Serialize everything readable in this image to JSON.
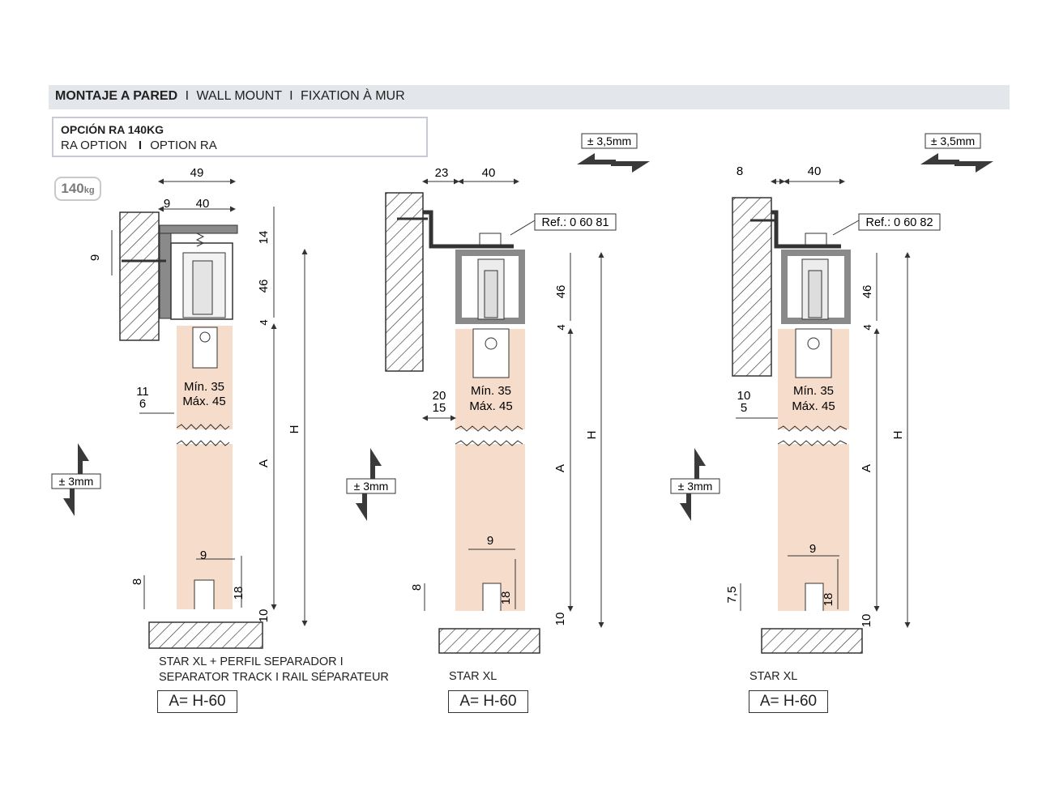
{
  "header": {
    "title_bold": "MONTAJE A PARED",
    "sep": "I",
    "title_en": "WALL MOUNT",
    "title_fr": "FIXATION À MUR"
  },
  "option": {
    "line1": "OPCIÓN RA 140KG",
    "line2a": "RA OPTION",
    "line2sep": "I",
    "line2b": "OPTION RA"
  },
  "badge": {
    "value": "140",
    "unit": "kg"
  },
  "colors": {
    "door": "#f6dccb",
    "profile": "#8a8a8a",
    "line": "#333333",
    "header_bg": "#e3e6ea"
  },
  "icons": {
    "horizontal": "double-arrow-horizontal-icon",
    "vertical": "double-arrow-vertical-icon"
  },
  "common": {
    "min": "Mín. 35",
    "max": "Máx. 45",
    "adjust_v": "± 3mm",
    "adjust_h": "± 3,5mm",
    "dim_46": "46",
    "dim_4": "4",
    "dim_H": "H",
    "dim_A": "A",
    "dim_9": "9",
    "dim_18": "18",
    "dim_10": "10",
    "dim_40": "40",
    "formula": "A= H-60"
  },
  "diagram1": {
    "dim_top": "49",
    "dim_9a": "9",
    "dim_14": "14",
    "dim_9side": "9",
    "dim_11": "11",
    "dim_6": "6",
    "dim_8": "8",
    "caption_line1": "STAR XL + PERFIL SEPARADOR I",
    "caption_line2": "SEPARATOR TRACK I RAIL SÉPARATEUR"
  },
  "diagram2": {
    "dim_23": "23",
    "ref": "Ref.: 0 60 81",
    "dim_20": "20",
    "dim_15": "15",
    "dim_8": "8",
    "caption": "STAR XL"
  },
  "diagram3": {
    "dim_8top": "8",
    "ref": "Ref.: 0 60 82",
    "dim_10a": "10",
    "dim_5": "5",
    "dim_75": "7,5",
    "caption": "STAR XL"
  }
}
